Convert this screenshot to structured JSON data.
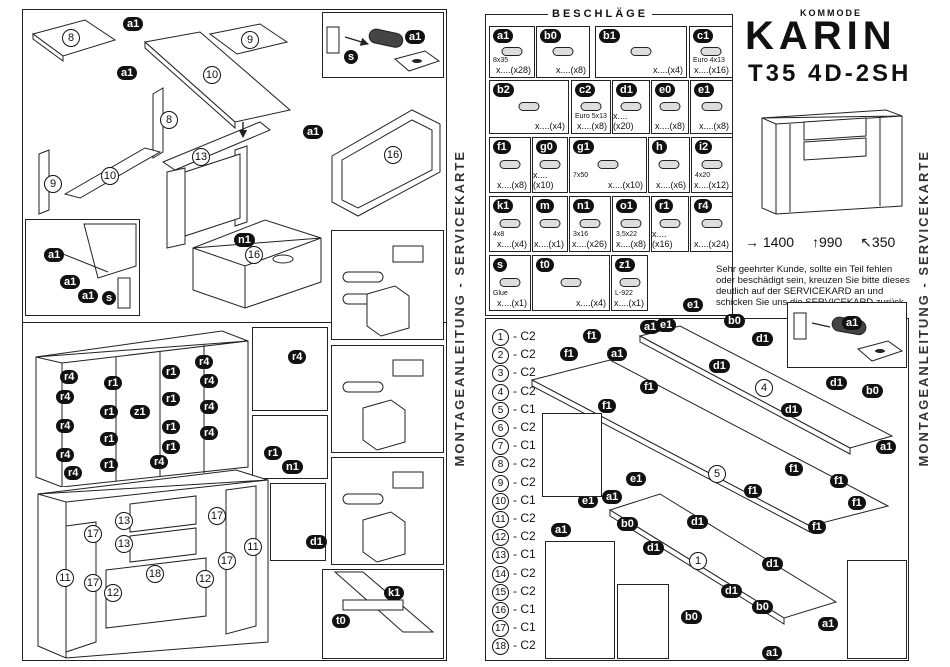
{
  "header": {
    "brand_small": "KOMMODE",
    "brand": "KARIN",
    "code": "T35 4D-2SH",
    "beschlaege_title": "BESCHLÄGE"
  },
  "side_text": {
    "left": "MONTAGEANLEITUNG - SERVICEKARTE",
    "right": "MONTAGEANLEITUNG - SERVICEKARTE"
  },
  "dimensions": {
    "width": "→ 1400",
    "height": "↑990",
    "depth": "↖350"
  },
  "note": "Sehr geehrter Kunde, sollte ein Teil fehlen oder beschädigt sein, kreuzen Sie bitte dieses deutlich auf der SERVICEKARD an und schicken Sie uns die SERVICEKARD zurück.",
  "parts": [
    {
      "id": "a1",
      "qty": "x....(x28)",
      "spec": "8x35"
    },
    {
      "id": "b0",
      "qty": "x....(x8)",
      "spec": ""
    },
    {
      "id": "b1",
      "qty": "x....(x4)",
      "spec": ""
    },
    {
      "id": "c1",
      "qty": "x....(x16)",
      "spec": "Euro 4x13"
    },
    {
      "id": "b2",
      "qty": "x....(x4)",
      "spec": ""
    },
    {
      "id": "c2",
      "qty": "x....(x8)",
      "spec": "Euro 5x13"
    },
    {
      "id": "d1",
      "qty": "x....(x20)",
      "spec": ""
    },
    {
      "id": "e0",
      "qty": "x....(x8)",
      "spec": ""
    },
    {
      "id": "e1",
      "qty": "x....(x8)",
      "spec": ""
    },
    {
      "id": "f1",
      "qty": "x....(x8)",
      "spec": ""
    },
    {
      "id": "g0",
      "qty": "x....(x10)",
      "spec": ""
    },
    {
      "id": "g1",
      "qty": "x....(x10)",
      "spec": "7x50"
    },
    {
      "id": "h",
      "qty": "x....(x6)",
      "spec": ""
    },
    {
      "id": "i2",
      "qty": "x....(x12)",
      "spec": "4x20"
    },
    {
      "id": "k1",
      "qty": "x....(x4)",
      "spec": "4x8"
    },
    {
      "id": "m",
      "qty": "x....(x1)",
      "spec": ""
    },
    {
      "id": "n1",
      "qty": "x....(x26)",
      "spec": "3x16"
    },
    {
      "id": "o1",
      "qty": "x....(x8)",
      "spec": "3,5x22"
    },
    {
      "id": "r1",
      "qty": "x....(x16)",
      "spec": ""
    },
    {
      "id": "r4",
      "qty": "x....(x24)",
      "spec": ""
    },
    {
      "id": "s",
      "qty": "x....(x1)",
      "spec": "Glue"
    },
    {
      "id": "t0",
      "qty": "x....(x4)",
      "spec": ""
    },
    {
      "id": "z1",
      "qty": "x....(x1)",
      "spec": "L-922"
    }
  ],
  "legend": [
    {
      "num": "1",
      "label": "- C2"
    },
    {
      "num": "2",
      "label": "- C2"
    },
    {
      "num": "3",
      "label": "- C2"
    },
    {
      "num": "4",
      "label": "- C2"
    },
    {
      "num": "5",
      "label": "- C1"
    },
    {
      "num": "6",
      "label": "- C2"
    },
    {
      "num": "7",
      "label": "- C1"
    },
    {
      "num": "8",
      "label": "- C2"
    },
    {
      "num": "9",
      "label": "- C2"
    },
    {
      "num": "10",
      "label": "- C1"
    },
    {
      "num": "11",
      "label": "- C2"
    },
    {
      "num": "12",
      "label": "- C2"
    },
    {
      "num": "13",
      "label": "- C1"
    },
    {
      "num": "14",
      "label": "- C2"
    },
    {
      "num": "15",
      "label": "- C2"
    },
    {
      "num": "16",
      "label": "- C1"
    },
    {
      "num": "17",
      "label": "- C1"
    },
    {
      "num": "18",
      "label": "- C2"
    }
  ],
  "diagram_labels": {
    "p8": "8",
    "p9": "9",
    "p10": "10",
    "p13": "13",
    "p16": "16",
    "p4": "4",
    "p5": "5",
    "p1": "1",
    "p11": "11",
    "p12": "12",
    "p17": "17",
    "p18": "18",
    "a1": "a1",
    "b0": "b0",
    "d1": "d1",
    "e1": "e1",
    "f1": "f1",
    "n1": "n1",
    "r1": "r1",
    "r4": "r4",
    "z1": "z1",
    "s": "s",
    "k1": "k1",
    "t0": "t0"
  }
}
